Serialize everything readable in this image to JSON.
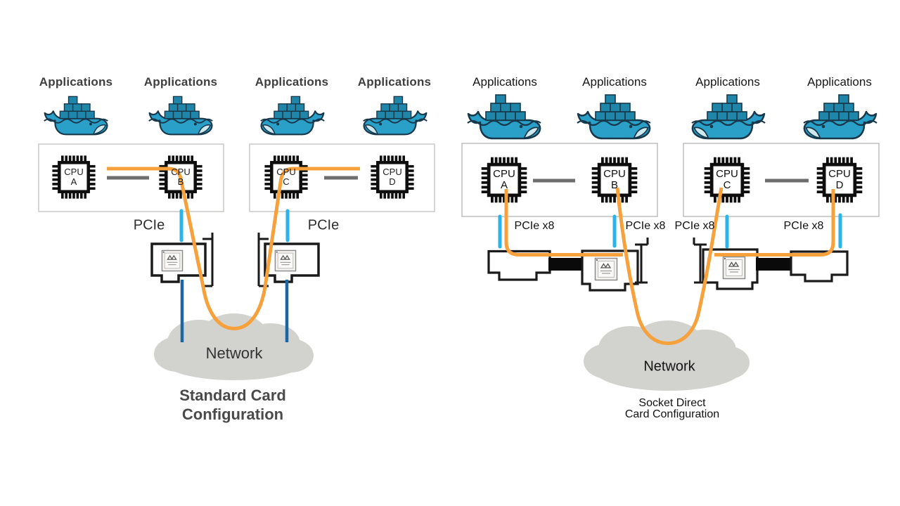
{
  "left_diagram": {
    "caption": {
      "line1": "Standard Card",
      "line2": "Configuration"
    },
    "network_label": "Network",
    "pcie_labels": [
      "PCIe",
      "PCIe"
    ],
    "applications_labels": [
      "Applications",
      "Applications",
      "Applications",
      "Applications"
    ],
    "cpus": [
      {
        "name": "CPU",
        "letter": "A"
      },
      {
        "name": "CPU",
        "letter": "B"
      },
      {
        "name": "CPU",
        "letter": "C"
      },
      {
        "name": "CPU",
        "letter": "D"
      }
    ]
  },
  "right_diagram": {
    "caption": {
      "line1": "Socket Direct",
      "line2": "Card Configuration"
    },
    "network_label": "Network",
    "pcie_labels": [
      "PCIe x8",
      "PCIe x8",
      "PCIe x8",
      "PCIe x8"
    ],
    "applications_labels": [
      "Applications",
      "Applications",
      "Applications",
      "Applications"
    ],
    "cpus": [
      {
        "name": "CPU",
        "letter": "A"
      },
      {
        "name": "CPU",
        "letter": "B"
      },
      {
        "name": "CPU",
        "letter": "C"
      },
      {
        "name": "CPU",
        "letter": "D"
      }
    ]
  },
  "colors": {
    "cable_orange": "#F6A13B",
    "pcie_cyan": "#29B5EA",
    "network_blue": "#1A67A3",
    "cloud_gray": "#D2D2CF",
    "link_gray": "#6E6E6E"
  }
}
